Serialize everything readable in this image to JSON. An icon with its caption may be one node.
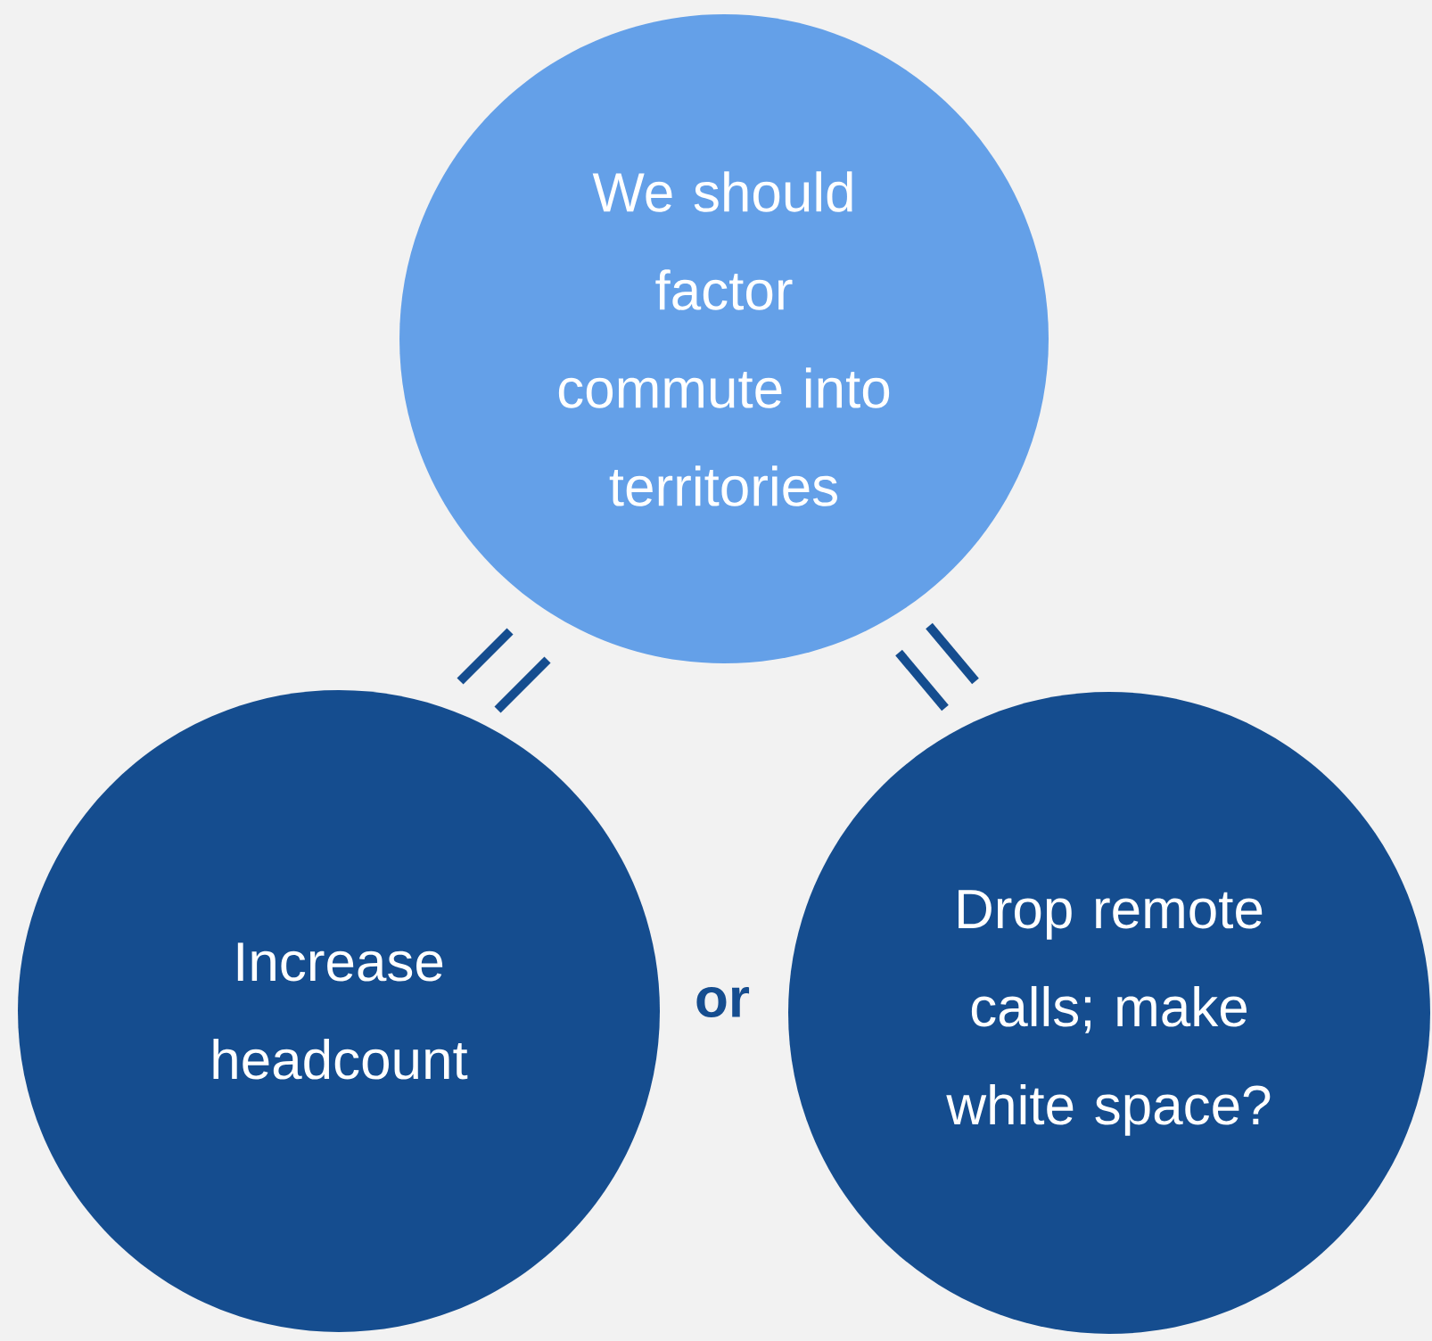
{
  "diagram": {
    "nodes": [
      {
        "text": [
          "We should factor commute into territories"
        ]
      },
      {
        "text": [
          "Increase headcount"
        ]
      },
      {
        "text": [
          "Drop remote calls; make white space?"
        ]
      }
    ],
    "labels": [
      "or"
    ]
  }
}
